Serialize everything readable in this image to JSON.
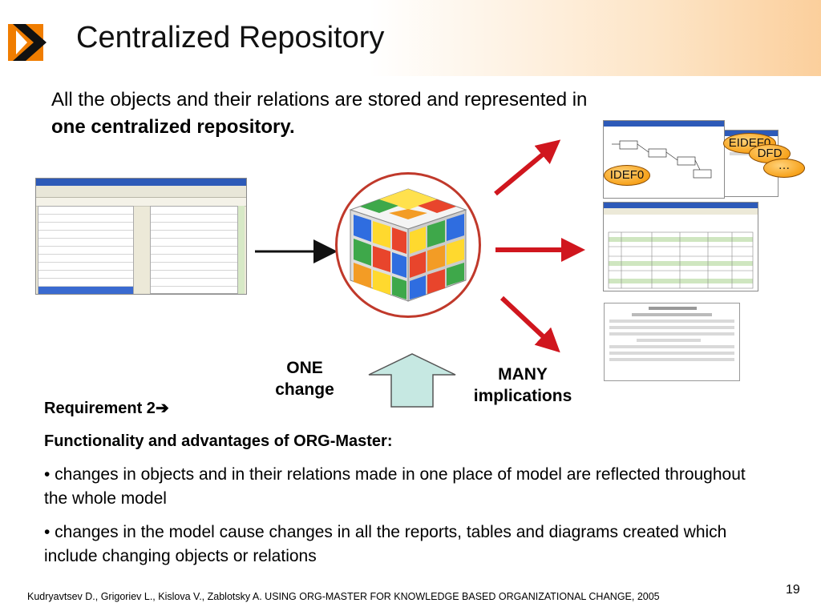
{
  "slide": {
    "title": "Centralized Repository",
    "intro_text": "All the objects and their relations are stored and represented in",
    "intro_bold": "one centralized repository.",
    "one_change_line1": "ONE",
    "one_change_line2": "change",
    "many_implications_line1": "MANY",
    "many_implications_line2": "implications",
    "bubbles": [
      "EIDEF0",
      "DFD",
      "…",
      "IDEF0"
    ],
    "requirement_label": "Requirement 2",
    "requirement_arrow": "➔",
    "functionality_heading": "Functionality and advantages of ORG-Master:",
    "bullets": [
      "• changes in objects and in their relations made in one place of model are reflected throughout the whole model",
      "• changes in the model cause changes in all the reports, tables and diagrams created which include changing objects or relations"
    ],
    "footer": "Kudryavtsev D., Grigoriev L., Kislova V., Zablotsky A. USING ORG-MASTER FOR KNOWLEDGE BASED ORGANIZATIONAL CHANGE, 2005",
    "page_number": "19"
  },
  "colors": {
    "accent_orange": "#f07d00",
    "arrow_red": "#d0161e",
    "circle_red": "#c0392b",
    "bubble_orange": "#f7a21b",
    "up_arrow_fill": "#c6e8e2"
  }
}
